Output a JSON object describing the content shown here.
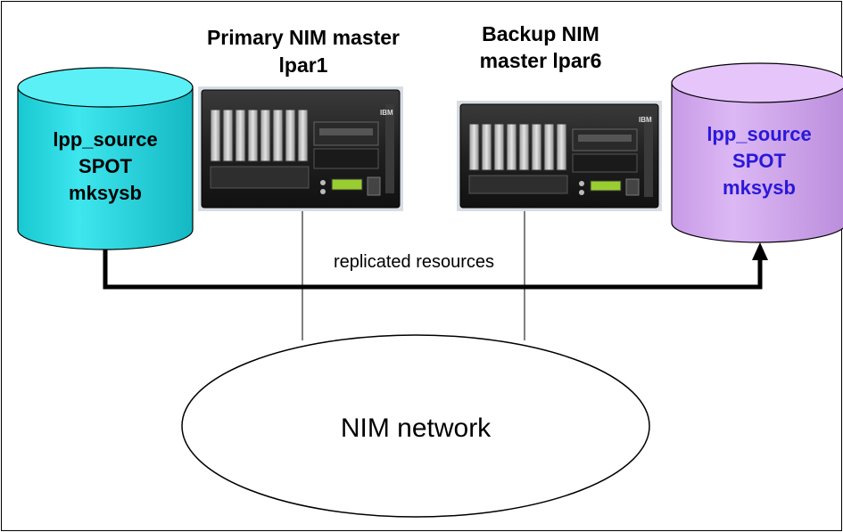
{
  "primary_master": {
    "line1": "Primary NIM  master",
    "line2": "lpar1"
  },
  "backup_master": {
    "line1": "Backup NIM",
    "line2": "master lpar6"
  },
  "primary_resources": {
    "items": [
      "lpp_source",
      "SPOT",
      "mksysb"
    ],
    "color": "#33e0e8",
    "text_color": "#000000"
  },
  "backup_resources": {
    "items": [
      "lpp_source",
      "SPOT",
      "mksysb"
    ],
    "color": "#d8aef0",
    "text_color": "#2a18d8"
  },
  "replication_label": "replicated resources",
  "network_label": "NIM network",
  "server_brand": "IBM"
}
